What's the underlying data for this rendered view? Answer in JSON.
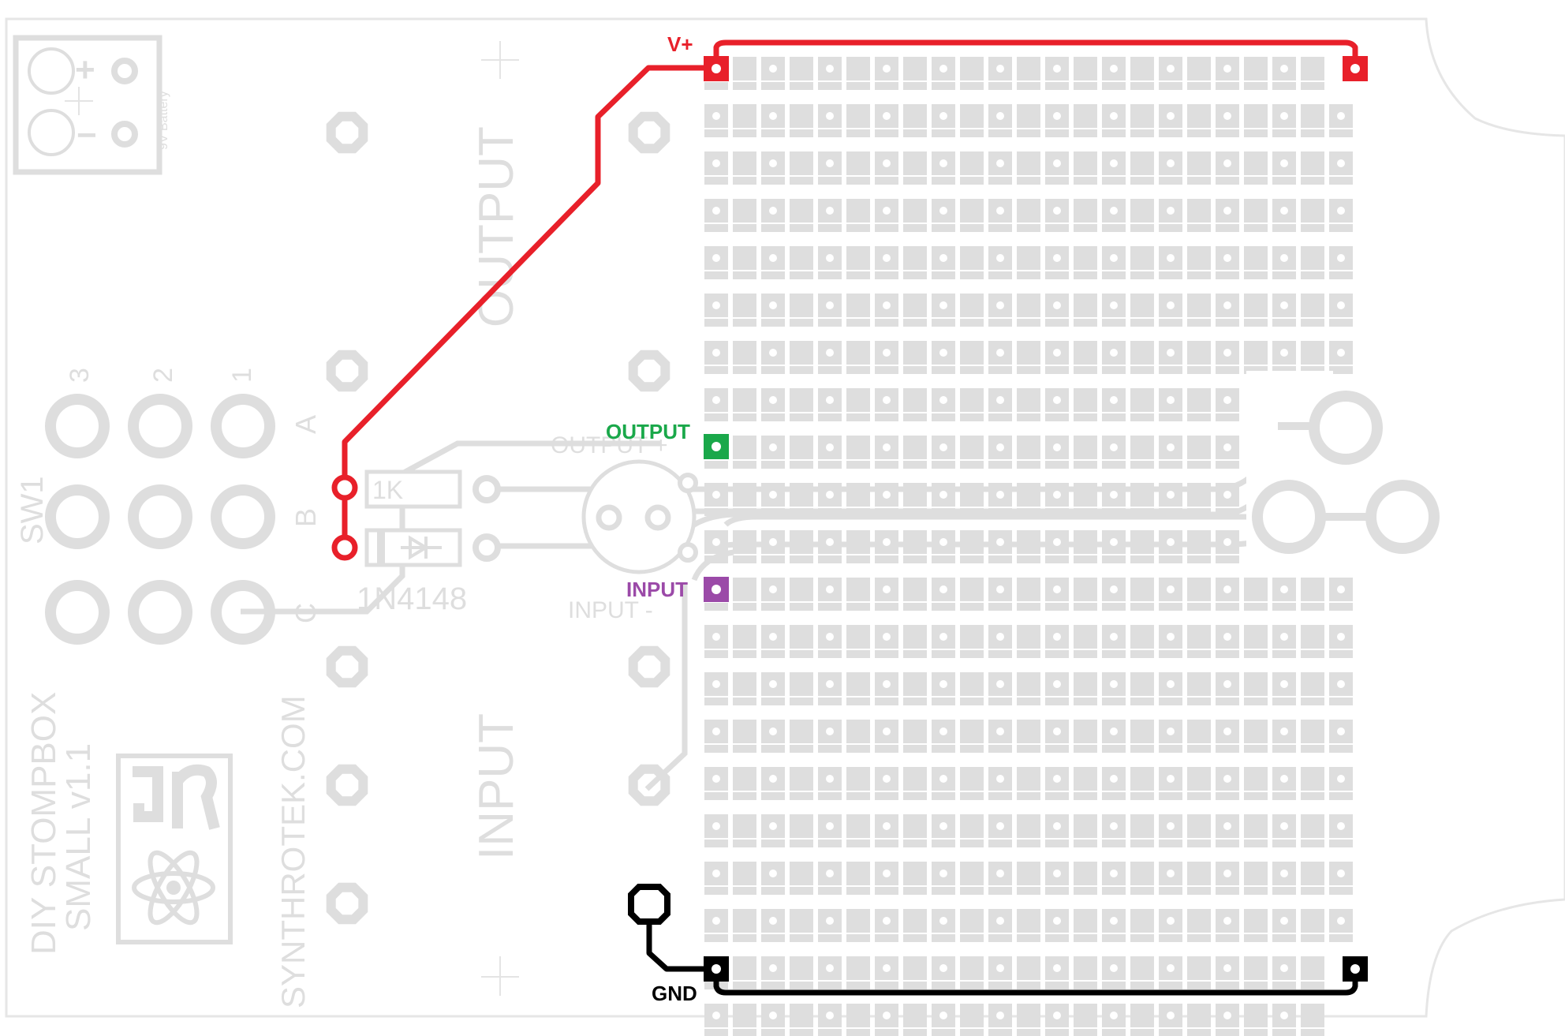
{
  "board": {
    "battery_label": "9V Battery",
    "battery_plus": "+",
    "battery_minus": "−",
    "output_text": "OUTPUT",
    "input_text": "INPUT",
    "switch_label": "SW1",
    "switch_cols": [
      "3",
      "2",
      "1"
    ],
    "switch_rows": [
      "A",
      "B",
      "C"
    ],
    "resistor_label": "1K",
    "diode_label": "1N4148",
    "jack_output_label": "OUTPUT +",
    "jack_input_label": "INPUT -",
    "product_line1": "DIY STOMPBOX",
    "product_line2": "SMALL v1.1",
    "website": "SYNTHROTEK.COM"
  },
  "nets": {
    "vplus": {
      "label": "V+",
      "color": "#e8202a"
    },
    "output": {
      "label": "OUTPUT",
      "color": "#1aa84a"
    },
    "input": {
      "label": "INPUT",
      "color": "#9b4aa8"
    },
    "gnd": {
      "label": "GND",
      "color": "#000000"
    }
  },
  "colors": {
    "silkscreen": "#dedede",
    "background": "#ffffff"
  }
}
